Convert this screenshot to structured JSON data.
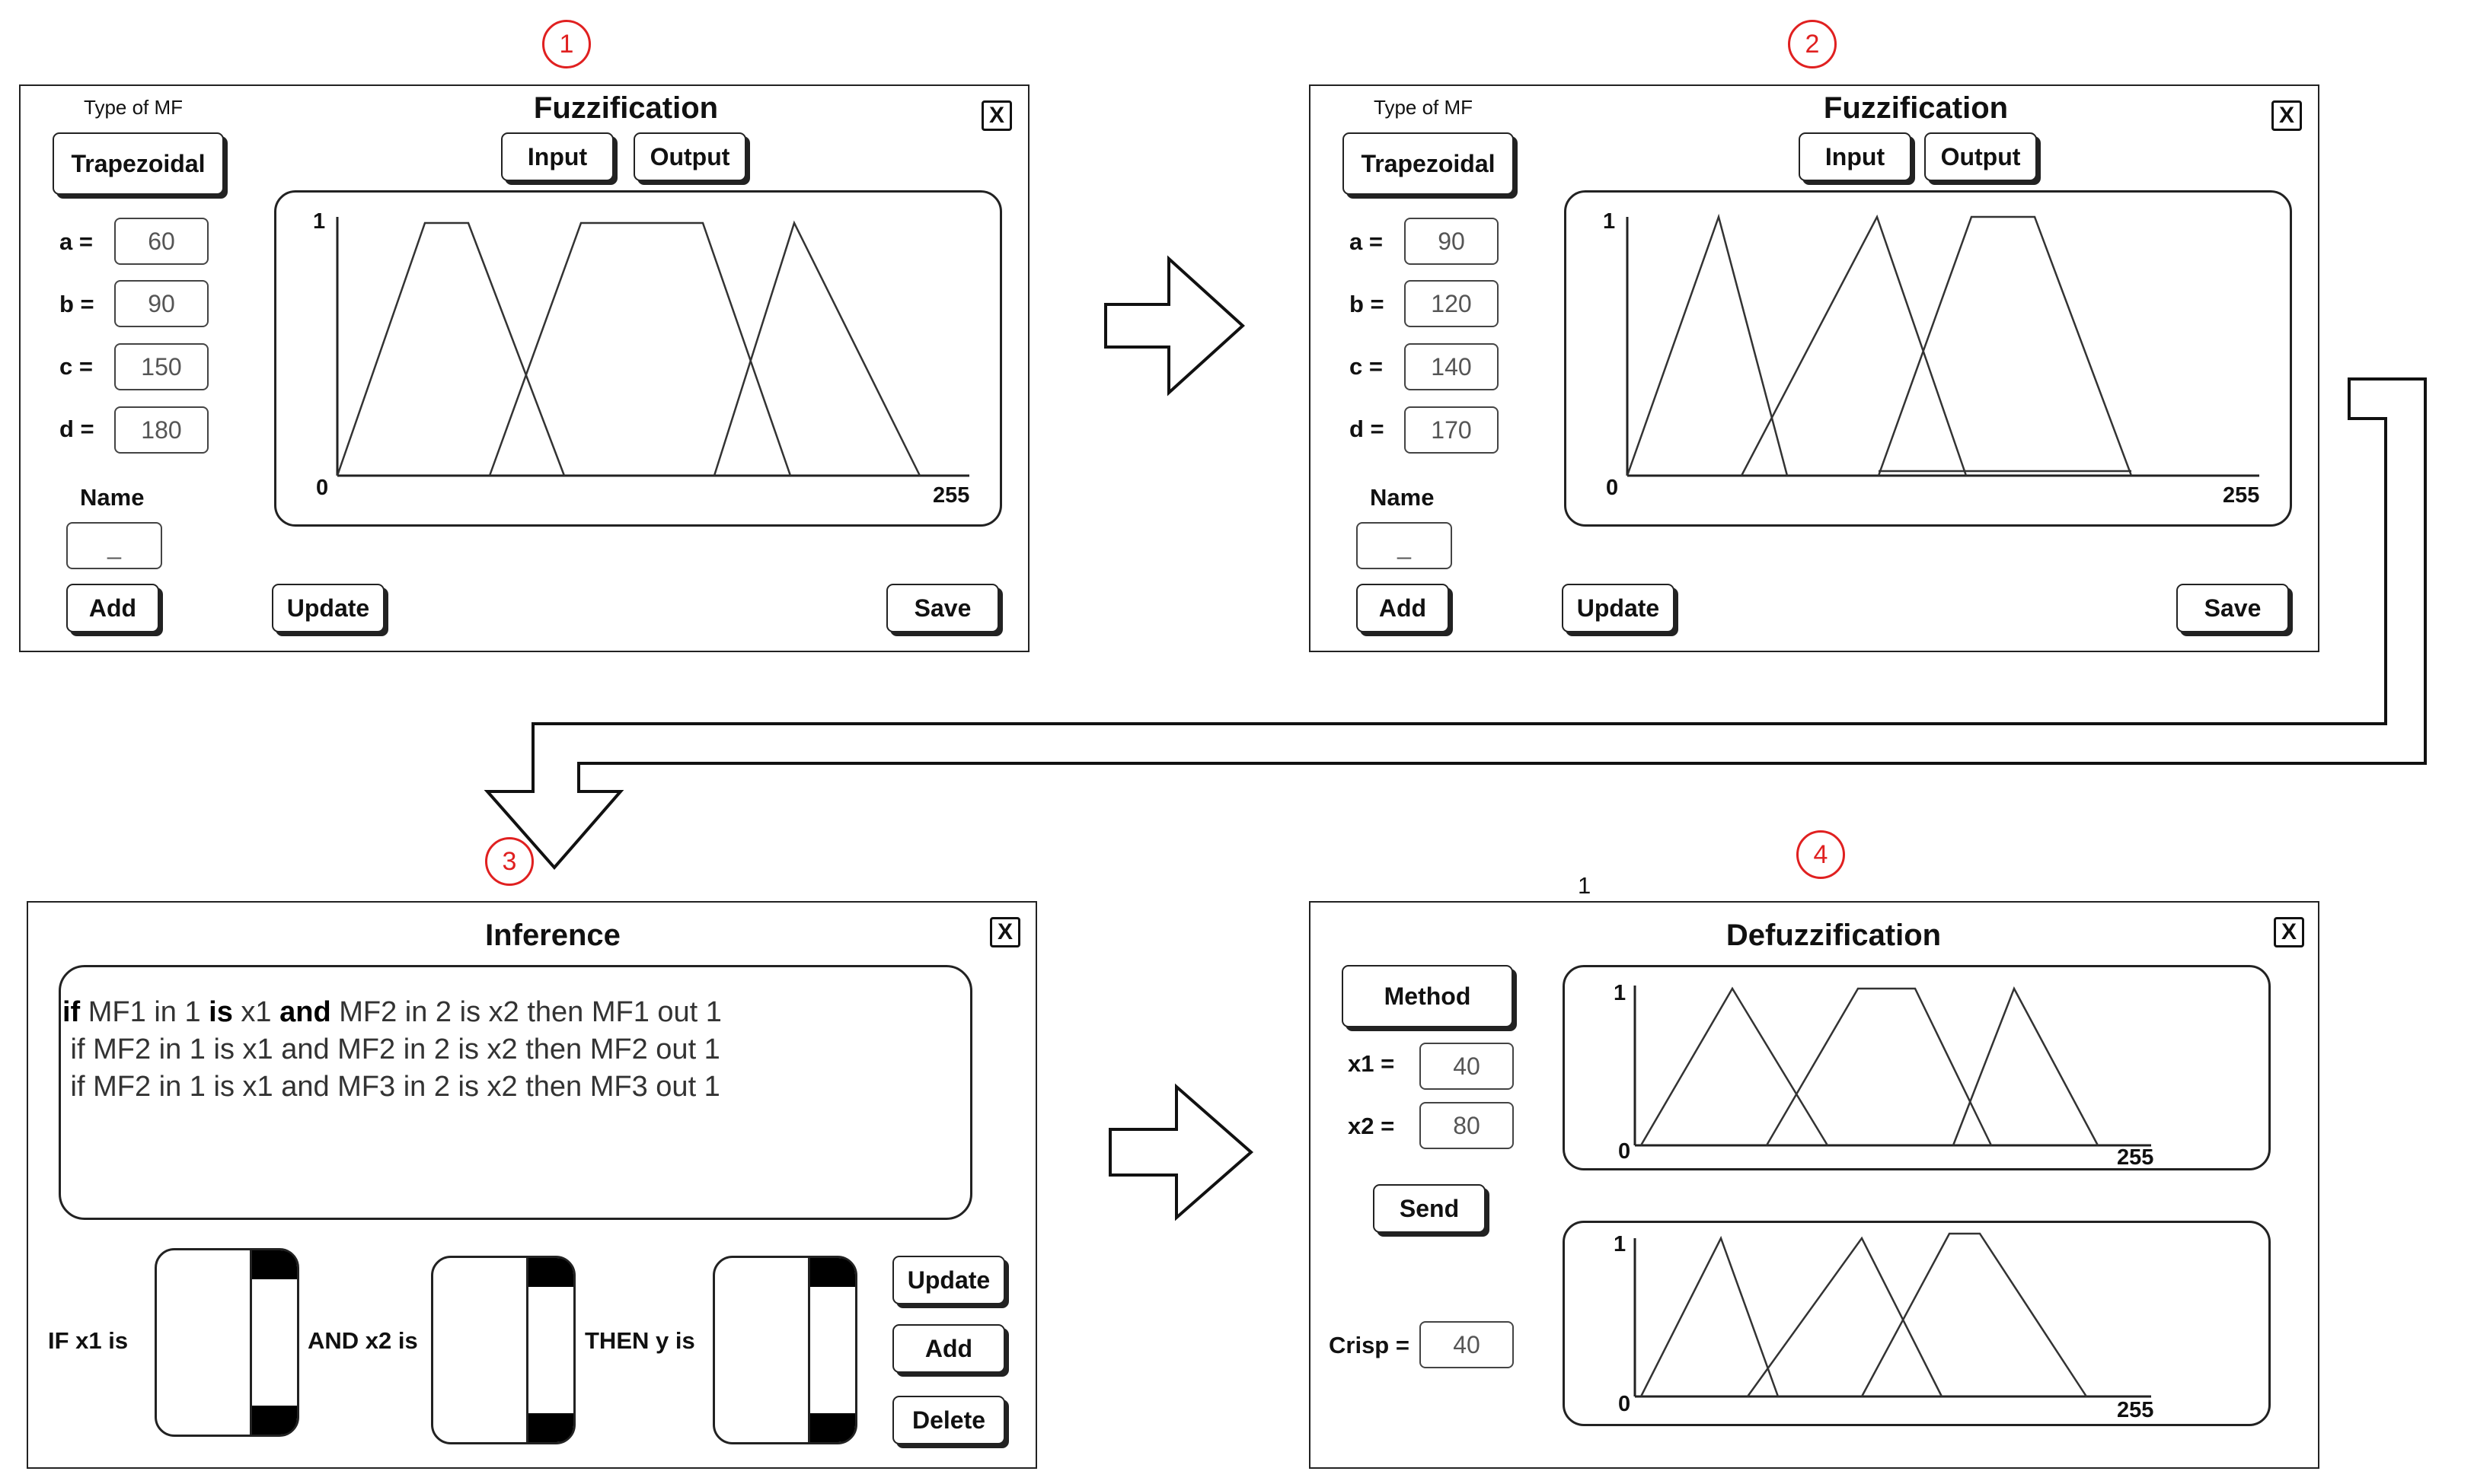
{
  "steps": [
    "1",
    "2",
    "3",
    "4"
  ],
  "panel1": {
    "title": "Fuzzification",
    "type_label": "Type of MF",
    "type_button": "Trapezoidal",
    "tab_input": "Input",
    "tab_output": "Output",
    "fields": [
      {
        "label": "a =",
        "value": "60"
      },
      {
        "label": "b =",
        "value": "90"
      },
      {
        "label": "c =",
        "value": "150"
      },
      {
        "label": "d =",
        "value": "180"
      }
    ],
    "name_label": "Name",
    "name_value": "_",
    "add": "Add",
    "update": "Update",
    "save": "Save",
    "close": "X",
    "plot": {
      "y_top": "1",
      "x_min": "0",
      "x_max": "255"
    }
  },
  "panel2": {
    "title": "Fuzzification",
    "type_label": "Type of MF",
    "type_button": "Trapezoidal",
    "tab_input": "Input",
    "tab_output": "Output",
    "fields": [
      {
        "label": "a =",
        "value": "90"
      },
      {
        "label": "b =",
        "value": "120"
      },
      {
        "label": "c =",
        "value": "140"
      },
      {
        "label": "d =",
        "value": "170"
      }
    ],
    "name_label": "Name",
    "name_value": "_",
    "add": "Add",
    "update": "Update",
    "save": "Save",
    "close": "X",
    "plot": {
      "y_top": "1",
      "x_min": "0",
      "x_max": "255"
    }
  },
  "panel3": {
    "title": "Inference",
    "close": "X",
    "rules": [
      {
        "if": "if",
        "p1": " MF1 in 1 ",
        "is": "is",
        "p2": " x1 ",
        "and": "and",
        "p3": " MF2 in 2 is x2 then MF1 out 1"
      },
      {
        "text": " if MF2 in 1 is x1 and MF2 in 2 is x2 then MF2 out 1"
      },
      {
        "text": " if MF2 in 1 is x1 and MF3 in 2 is x2 then MF3 out 1"
      }
    ],
    "if_label": "IF x1 is",
    "and_label": "AND x2 is",
    "then_label": "THEN y is",
    "update": "Update",
    "add": "Add",
    "delete": "Delete"
  },
  "panel4": {
    "title": "Defuzzification",
    "above_label": "1",
    "close": "X",
    "method": "Method",
    "x1_label": "x1 =",
    "x1_value": "40",
    "x2_label": "x2 =",
    "x2_value": "80",
    "send": "Send",
    "crisp_label": "Crisp =",
    "crisp_value": "40",
    "plot_top": {
      "y_top": "1",
      "x_min": "0",
      "x_max": "255"
    },
    "plot_bottom": {
      "y_top": "1",
      "x_min": "0",
      "x_max": "255"
    }
  },
  "colors": {
    "highlight": "#e02020",
    "stroke": "#222222"
  },
  "icons": [
    "right-arrow-icon",
    "right-arrow-icon",
    "connector-down-arrow-icon",
    "close-icon"
  ]
}
